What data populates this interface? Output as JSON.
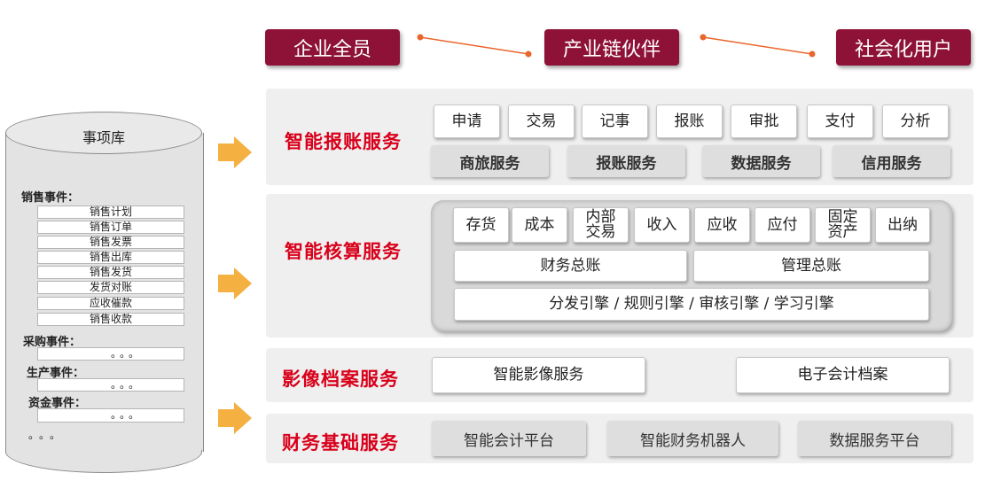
{
  "roles": [
    {
      "label": "企业全员"
    },
    {
      "label": "产业链伙伴"
    },
    {
      "label": "社会化用户"
    }
  ],
  "colors": {
    "role_bg": "#8e1238",
    "service_label": "#d9001b",
    "arrow": "#f4b041",
    "connector": "#e8662c"
  },
  "library": {
    "title": "事项库",
    "sales": {
      "header": "销售事件：",
      "items": [
        "销售计划",
        "销售订单",
        "销售发票",
        "销售出库",
        "销售发货",
        "发货对账",
        "应收催款",
        "销售收款"
      ]
    },
    "purchase": {
      "header": "采购事件：",
      "dots": "。。。"
    },
    "production": {
      "header": "生产事件：",
      "dots": "。。。"
    },
    "funds": {
      "header": "资金事件：",
      "dots": "。。。"
    },
    "more": "。。。"
  },
  "services": {
    "reimbursement": {
      "label": "智能报账服务",
      "row1": [
        "申请",
        "交易",
        "记事",
        "报账",
        "审批",
        "支付",
        "分析"
      ],
      "row2": [
        "商旅服务",
        "报账服务",
        "数据服务",
        "信用服务"
      ]
    },
    "accounting": {
      "label": "智能核算服务",
      "row1": [
        "存货",
        "成本",
        "内部交易",
        "收入",
        "应收",
        "应付",
        "固定资产",
        "出纳"
      ],
      "ledgers": [
        "财务总账",
        "管理总账"
      ],
      "engines": "分发引擎 / 规则引擎 / 审核引擎 / 学习引擎"
    },
    "archive": {
      "label": "影像档案服务",
      "items": [
        "智能影像服务",
        "电子会计档案"
      ]
    },
    "foundation": {
      "label": "财务基础服务",
      "items": [
        "智能会计平台",
        "智能财务机器人",
        "数据服务平台"
      ]
    }
  }
}
